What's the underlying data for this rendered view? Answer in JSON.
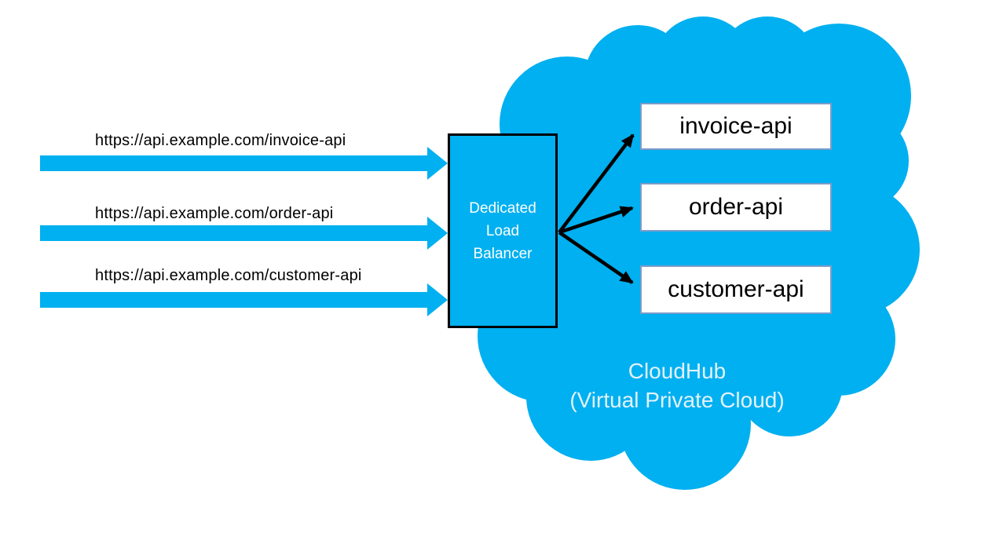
{
  "colors": {
    "accent": "#00B0F0",
    "black_arrow": "#000000",
    "api_box_border": "#7B9CC9",
    "api_box_fill": "#FFFFFF",
    "cloud_label_text": "#E3F2FB",
    "lb_text": "#FFFFFF",
    "url_text": "#000000"
  },
  "requests": [
    {
      "url": "https://api.example.com/invoice-api"
    },
    {
      "url": "https://api.example.com/order-api"
    },
    {
      "url": "https://api.example.com/customer-api"
    }
  ],
  "load_balancer": {
    "label_lines": [
      "Dedicated",
      "Load",
      "Balancer"
    ]
  },
  "apis": [
    {
      "label": "invoice-api"
    },
    {
      "label": "order-api"
    },
    {
      "label": "customer-api"
    }
  ],
  "cloud": {
    "title": "CloudHub",
    "subtitle": "(Virtual Private Cloud)"
  }
}
